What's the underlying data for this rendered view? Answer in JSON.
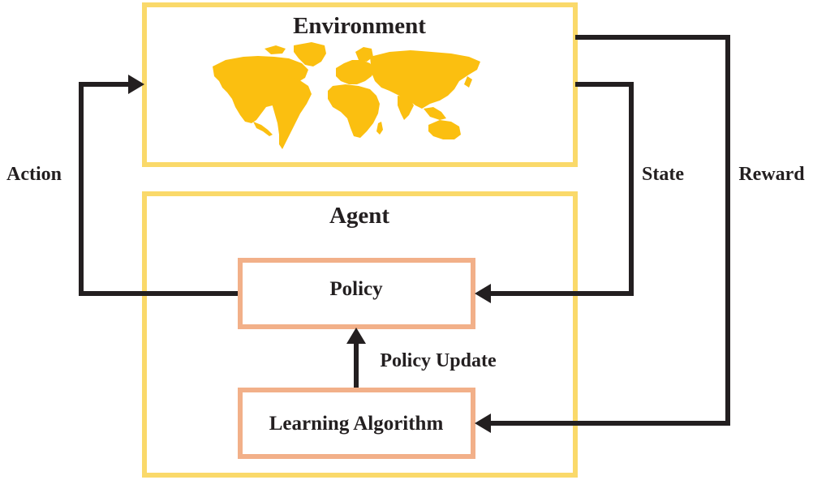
{
  "colors": {
    "container_border": "#fad96a",
    "inner_box_border": "#f2b089",
    "arrow": "#231f20",
    "land": "#fbbf10",
    "text": "#231f20"
  },
  "nodes": {
    "environment": {
      "title": "Environment",
      "icon": "world-map-icon"
    },
    "agent": {
      "title": "Agent"
    },
    "policy": {
      "label": "Policy"
    },
    "learning_algorithm": {
      "label": "Learning Algorithm"
    }
  },
  "edges": {
    "action": {
      "label": "Action",
      "from": "Policy",
      "to": "Environment"
    },
    "state": {
      "label": "State",
      "from": "Environment",
      "to": "Policy"
    },
    "reward": {
      "label": "Reward",
      "from": "Environment",
      "to": "Learning Algorithm"
    },
    "policy_update": {
      "label": "Policy Update",
      "from": "Learning Algorithm",
      "to": "Policy"
    }
  }
}
